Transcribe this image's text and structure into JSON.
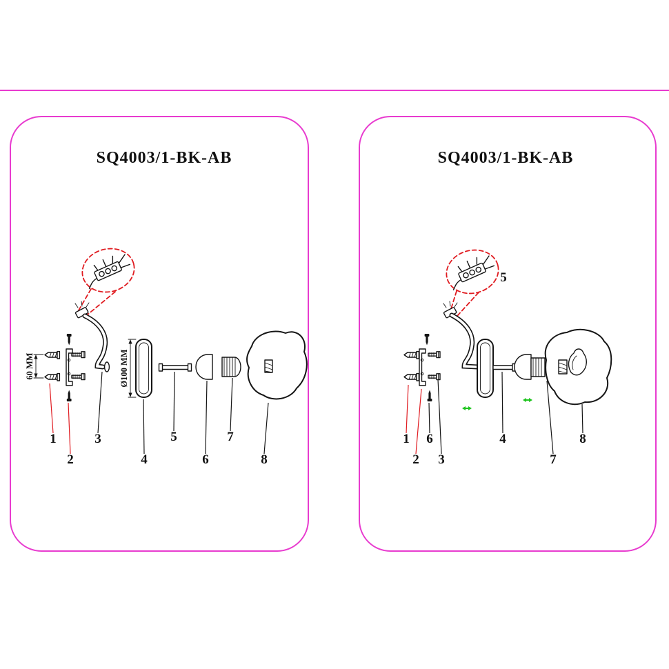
{
  "panels": [
    {
      "title": "SQ4003/1-BK-AB",
      "dimensions": {
        "height_label": "60 MM",
        "diameter_label": "Ø100 MM"
      },
      "callouts": [
        "1",
        "2",
        "3",
        "4",
        "5",
        "6",
        "7",
        "8"
      ]
    },
    {
      "title": "SQ4003/1-BK-AB",
      "callouts": [
        "1",
        "2",
        "3",
        "4",
        "5",
        "6",
        "7",
        "8"
      ]
    }
  ],
  "colors": {
    "background": "#ffffff",
    "panel_border": "#e83bcf",
    "line": "#151515",
    "detail_red": "#e01b20",
    "arrow_green": "#1ec41e"
  }
}
